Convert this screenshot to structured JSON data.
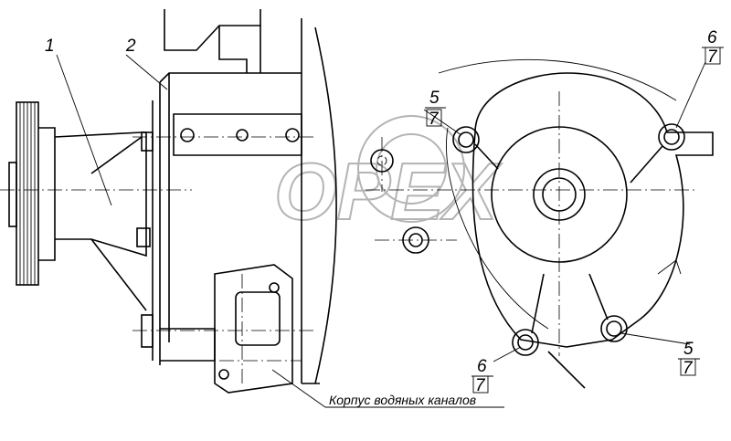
{
  "callouts": [
    {
      "id": "1",
      "label": "1"
    },
    {
      "id": "2",
      "label": "2"
    },
    {
      "id": "5a",
      "label": "5",
      "sub": "7"
    },
    {
      "id": "6a",
      "label": "6",
      "sub": "7"
    },
    {
      "id": "6b",
      "label": "6",
      "sub": "7"
    },
    {
      "id": "5b",
      "label": "5",
      "sub": "7"
    }
  ],
  "caption": "Корпус водяных каналов",
  "watermark": "OPEX"
}
